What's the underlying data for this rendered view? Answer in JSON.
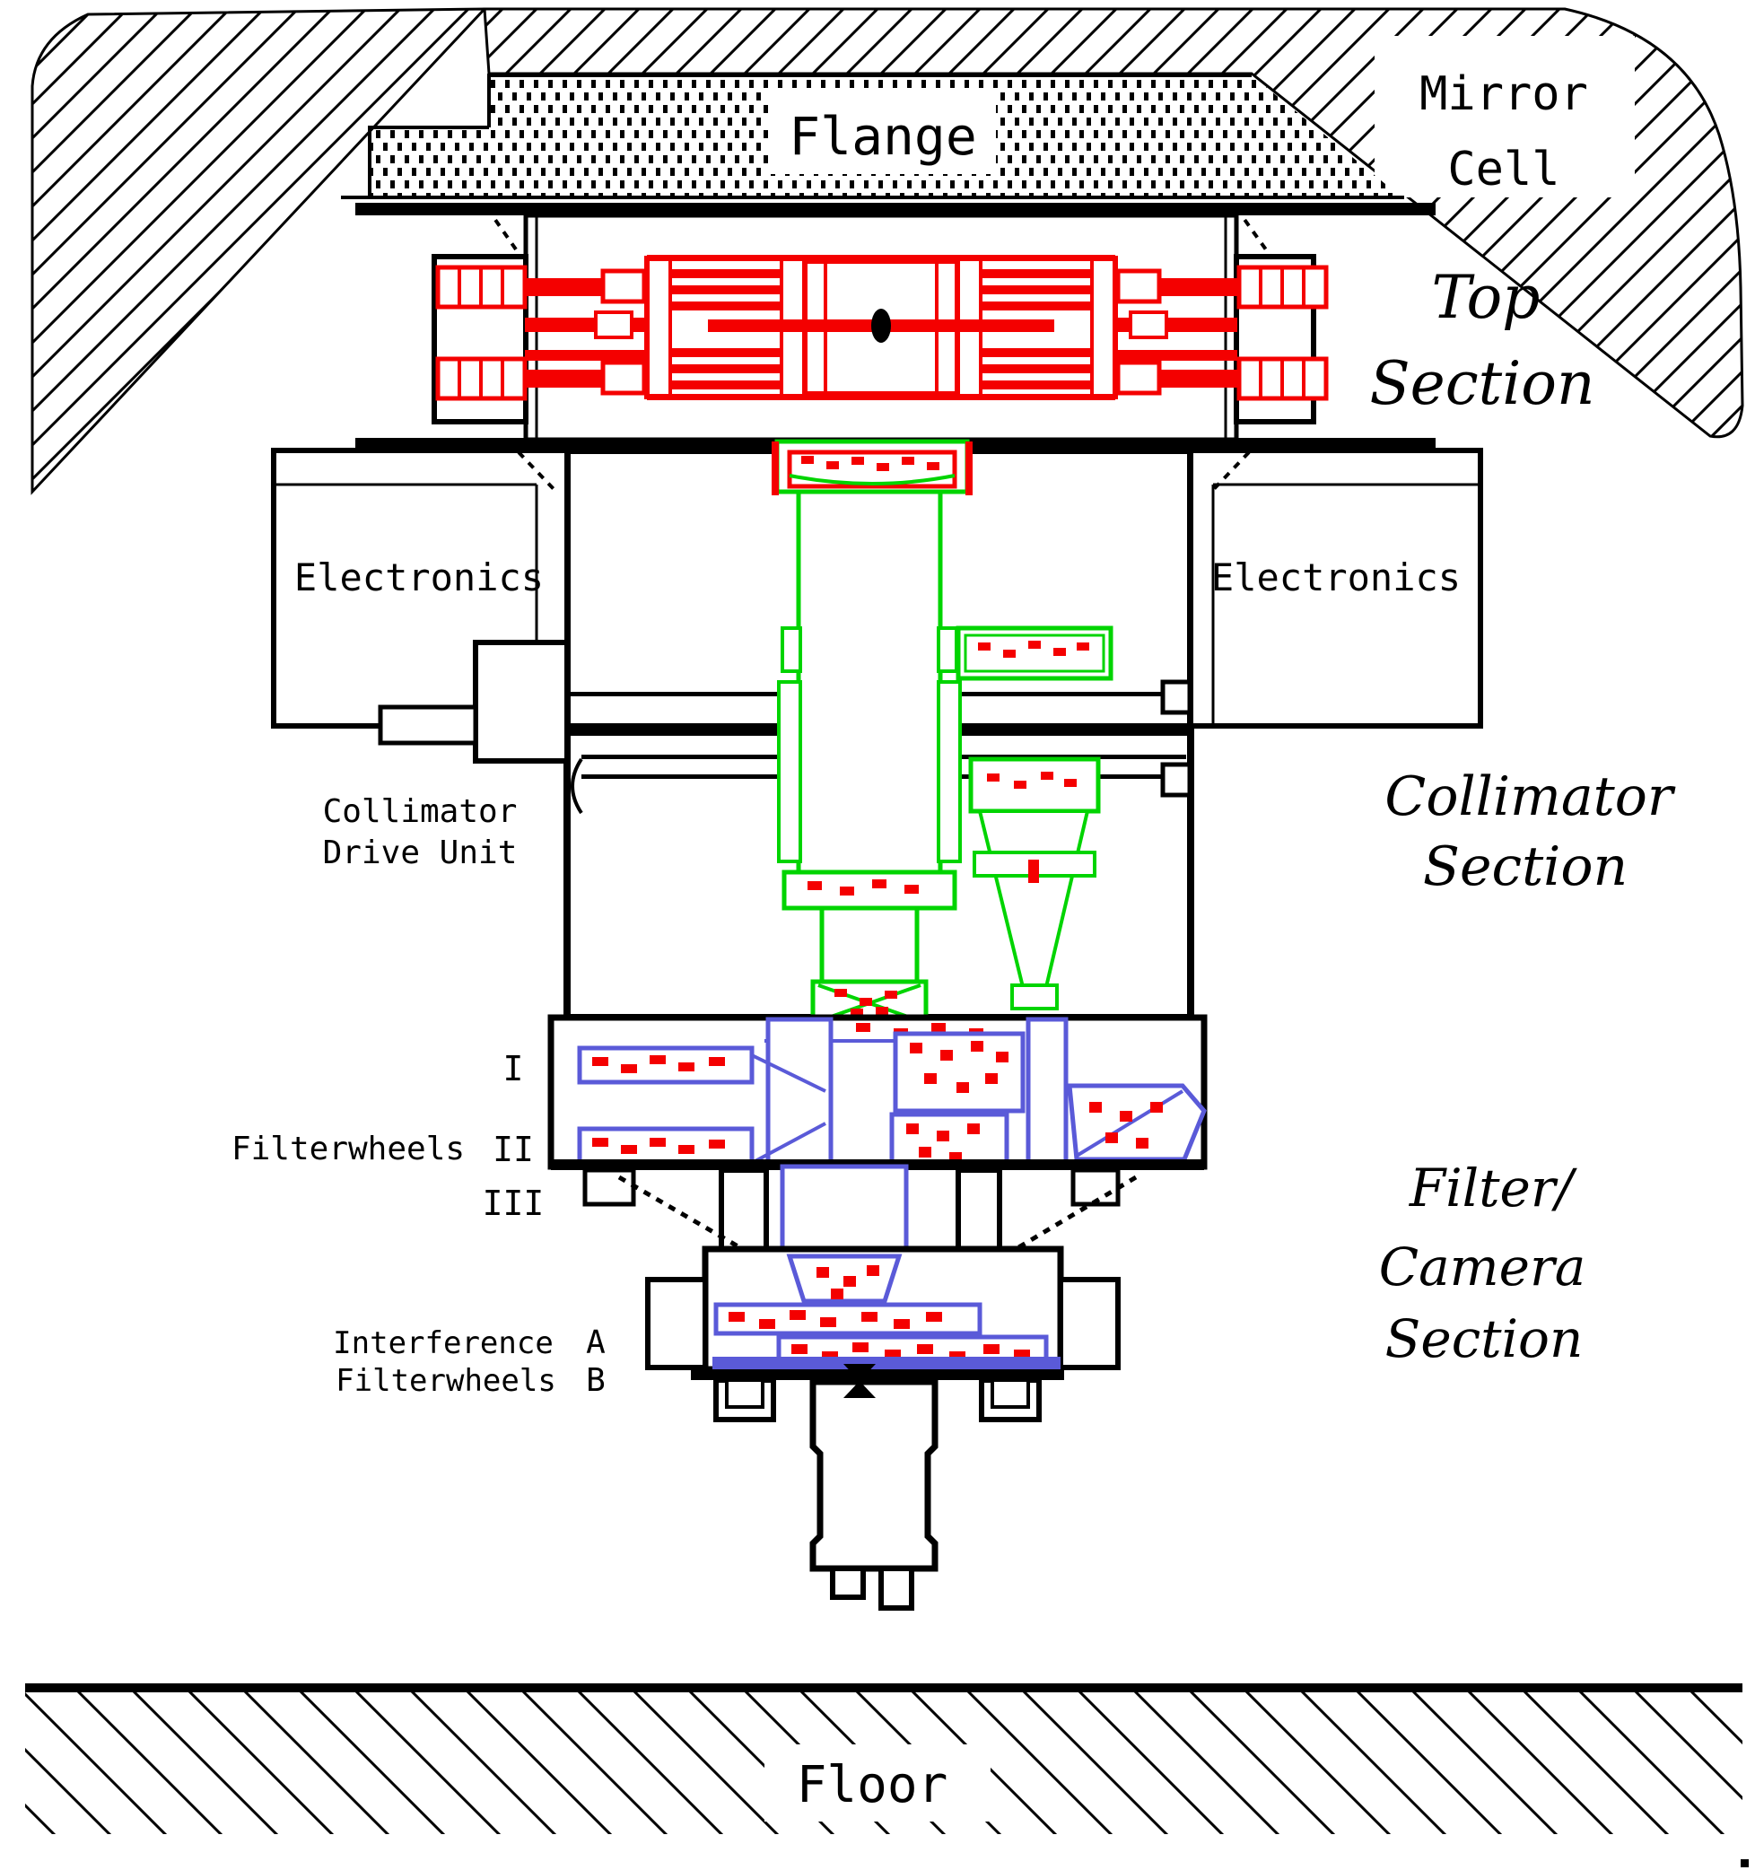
{
  "labels": {
    "flange": "Flange",
    "mirror_cell": [
      "Mirror",
      "Cell"
    ],
    "top_section": [
      "Top",
      "Section"
    ],
    "electronics_left": "Electronics",
    "electronics_right": "Electronics",
    "collimator_drive": [
      "Collimator",
      "Drive Unit"
    ],
    "collimator_section": [
      "Collimator",
      "Section"
    ],
    "filterwheels": "Filterwheels",
    "wheel_numerals": [
      "I",
      "II",
      "III"
    ],
    "interference": [
      "Interference",
      "Filterwheels"
    ],
    "wheel_letters": [
      "A",
      "B"
    ],
    "filter_camera": [
      "Filter/",
      "Camera",
      "Section"
    ],
    "floor": "Floor"
  },
  "colors": {
    "ink": "#000000",
    "paper": "#ffffff",
    "calibration_unit_red": "#f40000",
    "collimator_optics_green": "#00d400",
    "filterwheel_blue": "#5a5ad8"
  }
}
